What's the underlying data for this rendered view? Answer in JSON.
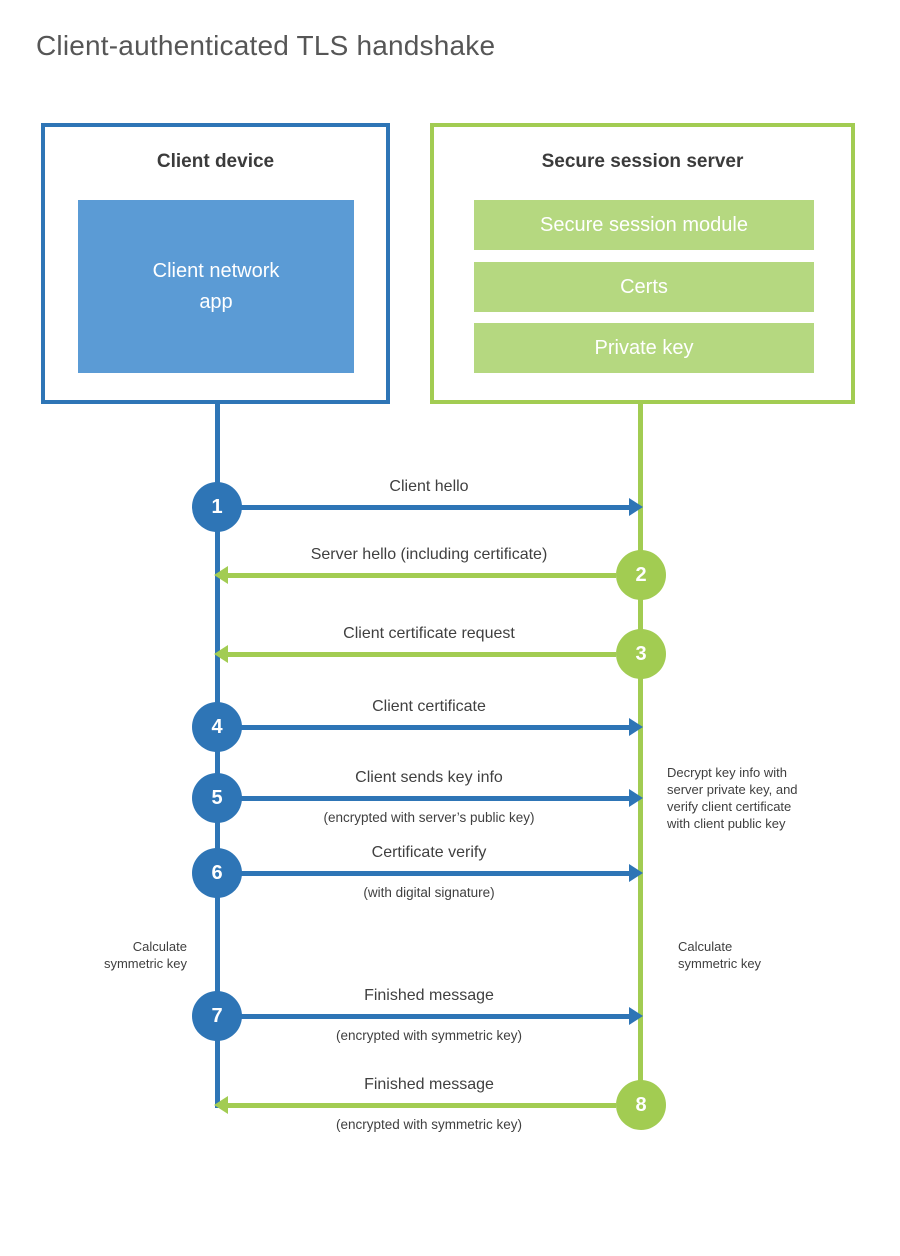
{
  "title": "Client-authenticated TLS handshake",
  "colors": {
    "blue": "#2e75b6",
    "blue_fill": "#5b9bd5",
    "green": "#a2cc52",
    "green_fill": "#b5d880"
  },
  "client": {
    "title": "Client device",
    "app_label": "Client network app"
  },
  "server": {
    "title": "Secure session server",
    "modules": [
      "Secure session module",
      "Certs",
      "Private key"
    ]
  },
  "steps": [
    {
      "num": "1",
      "direction": "right",
      "color": "blue",
      "label": "Client hello",
      "sublabel": ""
    },
    {
      "num": "2",
      "direction": "left",
      "color": "green",
      "label": "Server hello (including certificate)",
      "sublabel": ""
    },
    {
      "num": "3",
      "direction": "left",
      "color": "green",
      "label": "Client certificate request",
      "sublabel": ""
    },
    {
      "num": "4",
      "direction": "right",
      "color": "blue",
      "label": "Client certificate",
      "sublabel": ""
    },
    {
      "num": "5",
      "direction": "right",
      "color": "blue",
      "label": "Client sends key info",
      "sublabel": "(encrypted with server’s public key)"
    },
    {
      "num": "6",
      "direction": "right",
      "color": "blue",
      "label": "Certificate verify",
      "sublabel": "(with digital signature)"
    },
    {
      "num": "7",
      "direction": "right",
      "color": "blue",
      "label": "Finished message",
      "sublabel": "(encrypted with symmetric key)"
    },
    {
      "num": "8",
      "direction": "left",
      "color": "green",
      "label": "Finished message",
      "sublabel": "(encrypted with symmetric key)"
    }
  ],
  "notes": {
    "decrypt": "Decrypt key info with\nserver private key, and\nverify client certificate\nwith client public key",
    "calculate_left": "Calculate\nsymmetric key",
    "calculate_right": "Calculate\nsymmetric key"
  }
}
